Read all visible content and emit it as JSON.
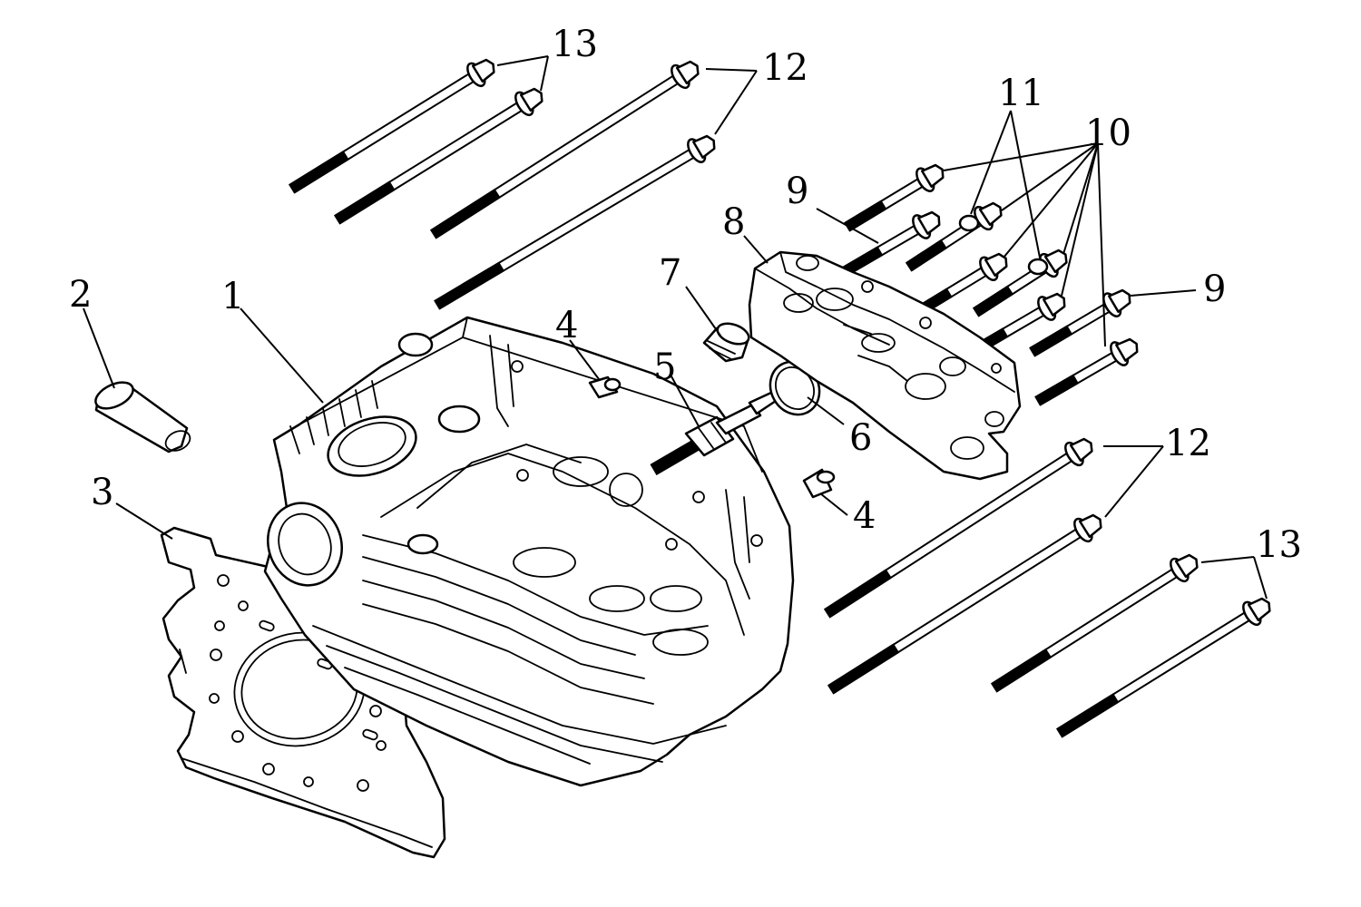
{
  "callouts": {
    "c1": "1",
    "c2": "2",
    "c3": "3",
    "c4a": "4",
    "c4b": "4",
    "c5": "5",
    "c6": "6",
    "c7": "7",
    "c8": "8",
    "c9a": "9",
    "c9b": "9",
    "c10": "10",
    "c11": "11",
    "c12a": "12",
    "c12b": "12",
    "c13a": "13",
    "c13b": "13"
  }
}
